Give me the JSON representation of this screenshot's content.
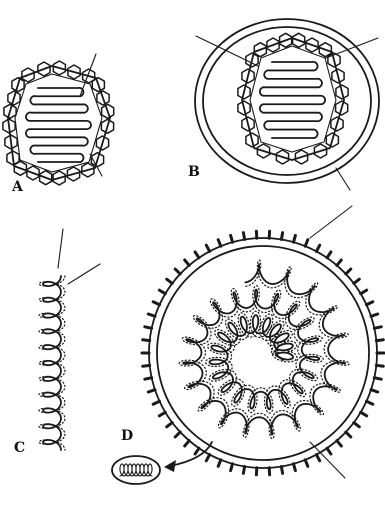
{
  "panels": [
    {
      "key": "A",
      "label": "A",
      "shape": "naked-icosahedral-capsid-helical-nucleocapsid"
    },
    {
      "key": "B",
      "label": "B",
      "shape": "enveloped-icosahedral-capsid"
    },
    {
      "key": "C",
      "label": "C",
      "shape": "naked-helical-nucleocapsid"
    },
    {
      "key": "D",
      "label": "D",
      "shape": "enveloped-helical-nucleocapsid-with-spikes"
    }
  ],
  "colors": {
    "ink": "#1a1a1a",
    "background": "#ffffff"
  }
}
